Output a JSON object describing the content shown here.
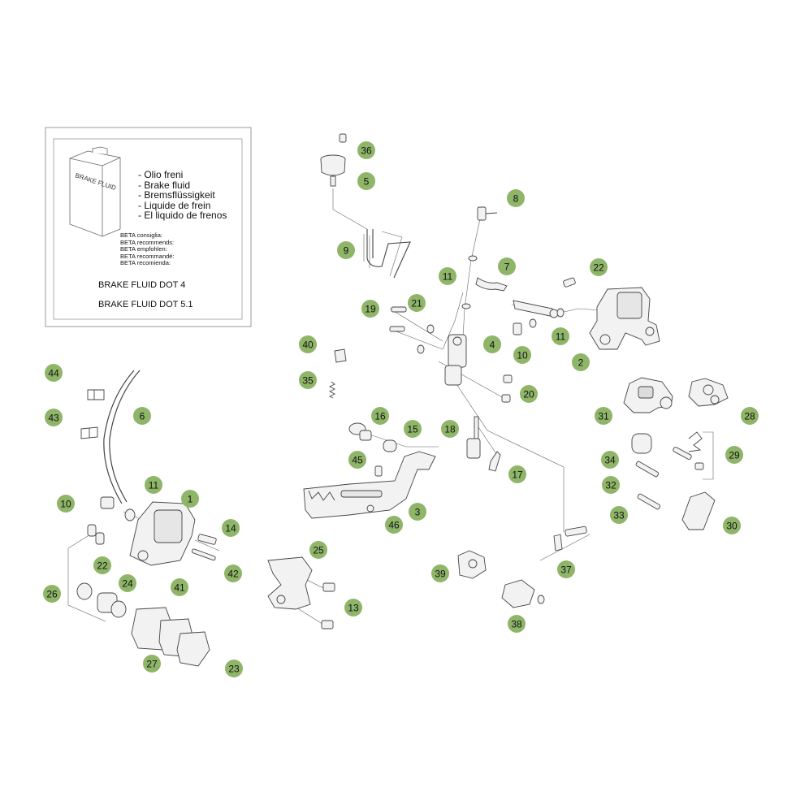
{
  "legend": {
    "box_label": "BRAKE FLUID",
    "languages": [
      "- Olio freni",
      "- Brake fluid",
      "- Bremsflüssigkeit",
      "- Liquide de frein",
      "- El liquido de frenos"
    ],
    "recommends": [
      "BETA consiglia:",
      "BETA recommends:",
      "BETA empfohlen:",
      "BETA recommandé:",
      "BETA recomienda:"
    ],
    "fluid_1": "BRAKE FLUID DOT 4",
    "fluid_2": "BRAKE FLUID DOT 5.1"
  },
  "colors": {
    "callout_fill": "#8fb569",
    "line": "#555555",
    "part_fill": "#eeeeee"
  },
  "callouts": [
    "36",
    "5",
    "8",
    "9",
    "7",
    "11",
    "22",
    "19",
    "21",
    "11",
    "10",
    "2",
    "4",
    "40",
    "20",
    "35",
    "31",
    "28",
    "16",
    "15",
    "18",
    "29",
    "34",
    "45",
    "17",
    "32",
    "33",
    "3",
    "46",
    "30",
    "44",
    "6",
    "43",
    "11",
    "1",
    "10",
    "14",
    "22",
    "42",
    "24",
    "41",
    "26",
    "27",
    "23",
    "25",
    "13",
    "37",
    "39",
    "38"
  ]
}
